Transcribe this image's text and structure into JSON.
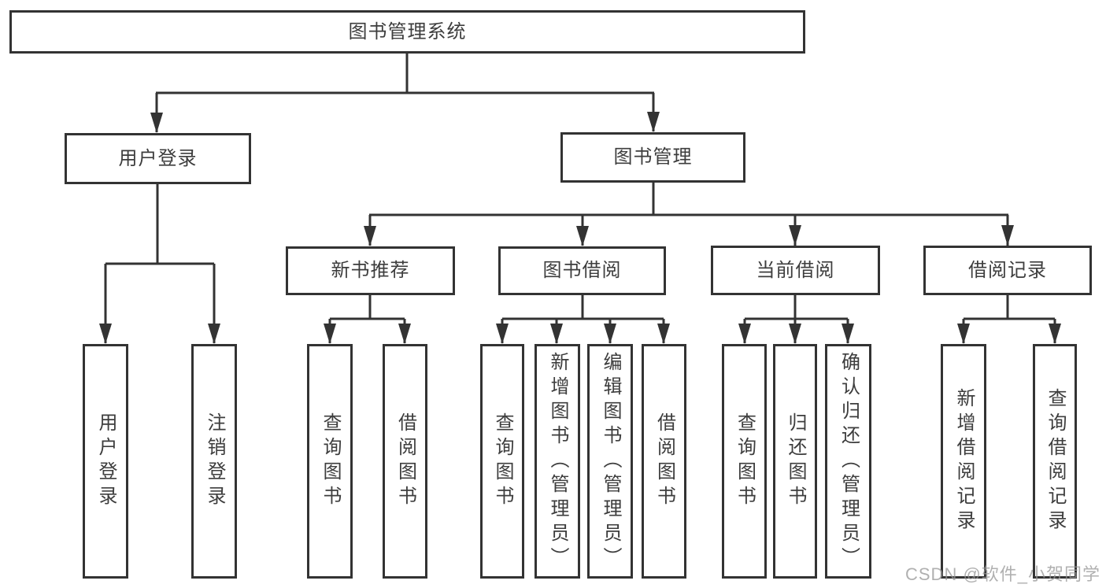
{
  "diagram": {
    "root": {
      "label": "图书管理系统"
    },
    "level2": [
      {
        "label": "用户登录"
      },
      {
        "label": "图书管理"
      }
    ],
    "level3": [
      {
        "label": "新书推荐"
      },
      {
        "label": "图书借阅"
      },
      {
        "label": "当前借阅"
      },
      {
        "label": "借阅记录"
      }
    ],
    "leaves": [
      {
        "label": "用户登录"
      },
      {
        "label": "注销登录"
      },
      {
        "label": "查询图书"
      },
      {
        "label": "借阅图书"
      },
      {
        "label": "查询图书"
      },
      {
        "label": "新增图书（管理员）"
      },
      {
        "label": "编辑图书（管理员）"
      },
      {
        "label": "借阅图书"
      },
      {
        "label": "查询图书"
      },
      {
        "label": "归还图书"
      },
      {
        "label": "确认归还（管理员）"
      },
      {
        "label": "新增借阅记录"
      },
      {
        "label": "查询借阅记录"
      }
    ]
  },
  "watermark": {
    "text": "CSDN @软件_小贺同学"
  },
  "colors": {
    "line": "#333333",
    "text": "#3d3d3d",
    "watermark": "#969696"
  }
}
